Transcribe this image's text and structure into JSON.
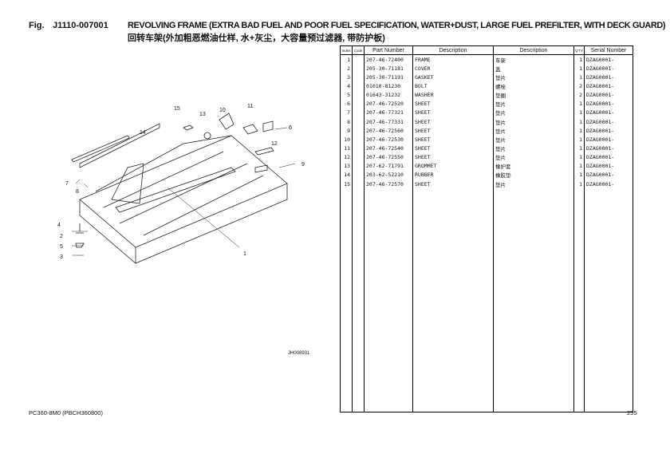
{
  "header": {
    "fig_label": "Fig.",
    "fig_code": "J1110-007001",
    "title": "REVOLVING FRAME (EXTRA BAD FUEL AND POOR FUEL SPECIFICATION, WATER+DUST, LARGE FUEL PREFILTER, WITH DECK GUARD)",
    "subtitle": "回转车架(外加粗恶燃油仕样, 水+灰尘，大容量预过滤器, 带防护板)"
  },
  "table": {
    "columns": [
      "Index",
      "Code",
      "Part Number",
      "Description",
      "Description",
      "Q'TY",
      "Serial Number"
    ],
    "rows": [
      [
        "1",
        "",
        "207-46-72400",
        "FRAME",
        "车架",
        "1",
        "DZAG0001-"
      ],
      [
        "2",
        "",
        "205-30-71181",
        "COVER",
        "盖",
        "1",
        "DZAG0001-"
      ],
      [
        "3",
        "",
        "205-30-71191",
        "GASKET",
        "垫片",
        "1",
        "DZAG0001-"
      ],
      [
        "4",
        "",
        "01010-81230",
        "BOLT",
        "螺栓",
        "2",
        "DZAG0001-"
      ],
      [
        "5",
        "",
        "01643-31232",
        "WASHER",
        "垫圈",
        "2",
        "DZAG0001-"
      ],
      [
        "6",
        "",
        "207-46-72520",
        "SHEET",
        "垫片",
        "1",
        "DZAG0001-"
      ],
      [
        "7",
        "",
        "207-46-77321",
        "SHEET",
        "垫片",
        "1",
        "DZAG0001-"
      ],
      [
        "8",
        "",
        "207-46-77331",
        "SHEET",
        "垫片",
        "1",
        "DZAG0001-"
      ],
      [
        "9",
        "",
        "207-46-72560",
        "SHEET",
        "垫片",
        "1",
        "DZAG0001-"
      ],
      [
        "10",
        "",
        "207-46-72530",
        "SHEET",
        "垫片",
        "1",
        "DZAG0001-"
      ],
      [
        "11",
        "",
        "207-46-72540",
        "SHEET",
        "垫片",
        "1",
        "DZAG0001-"
      ],
      [
        "12",
        "",
        "207-46-72550",
        "SHEET",
        "垫片",
        "1",
        "DZAG0001-"
      ],
      [
        "13",
        "",
        "207-62-71791",
        "GROMMET",
        "橡护套",
        "1",
        "DZAG0001-"
      ],
      [
        "14",
        "",
        "203-62-52210",
        "RUBBER",
        "橡胶垫",
        "1",
        "DZAG0001-"
      ],
      [
        "15",
        "",
        "207-46-72570",
        "SHEET",
        "垫片",
        "1",
        "DZAG0001-"
      ]
    ]
  },
  "drawing": {
    "id": "JH008931",
    "callouts": [
      "1",
      "2",
      "3",
      "4",
      "5",
      "6",
      "7",
      "8",
      "9",
      "10",
      "11",
      "12",
      "13",
      "14",
      "15"
    ]
  },
  "footer": {
    "model": "PC360-8M0 (PBCH360800)",
    "page": "255"
  }
}
